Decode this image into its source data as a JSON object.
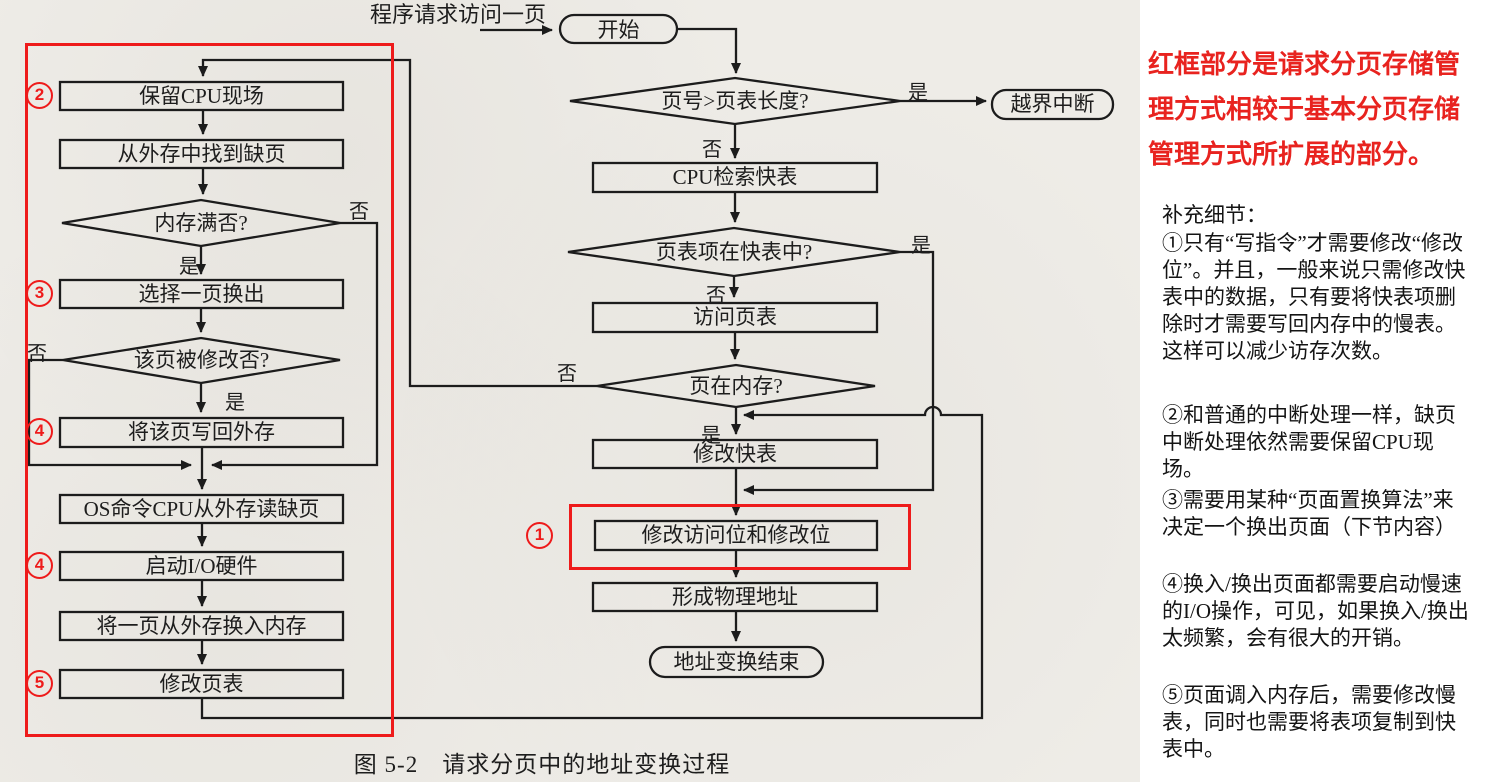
{
  "figure": {
    "entry_label": "程序请求访问一页",
    "caption": "图 5-2　请求分页中的地址变换过程",
    "yes": "是",
    "no": "否",
    "nodes": {
      "start": "开始",
      "check_bounds": "页号>页表长度?",
      "out_of_bounds": "越界中断",
      "search_tlb": "CPU检索快表",
      "in_tlb": "页表项在快表中?",
      "access_page_table": "访问页表",
      "page_in_memory": "页在内存?",
      "modify_tlb": "修改快表",
      "modify_bits": "修改访问位和修改位",
      "form_physical_address": "形成物理地址",
      "end": "地址变换结束",
      "save_cpu": "保留CPU现场",
      "find_page_on_disk": "从外存中找到缺页",
      "memory_full": "内存满否?",
      "select_page_out": "选择一页换出",
      "page_modified": "该页被修改否?",
      "write_back": "将该页写回外存",
      "os_read_page": "OS命令CPU从外存读缺页",
      "start_io": "启动I/O硬件",
      "swap_in_page": "将一页从外存换入内存",
      "modify_page_table": "修改页表"
    },
    "badges": {
      "b1": "1",
      "b2": "2",
      "b3": "3",
      "b4a": "4",
      "b4b": "4",
      "b5": "5"
    }
  },
  "annotations": {
    "red_note": "红框部分是请求分页存储管理方式相较于基本分页存储管理方式所扩展的部分。",
    "supplement_title": "补充细节：",
    "items": [
      "①只有“写指令”才需要修改“修改位”。并且，一般来说只需修改快表中的数据，只有要将快表项删除时才需要写回内存中的慢表。这样可以减少访存次数。",
      "②和普通的中断处理一样，缺页中断处理依然需要保留CPU现场。",
      "③需要用某种“页面置换算法”来决定一个换出页面（下节内容）",
      "④换入/换出页面都需要启动慢速的I/O操作，可见，如果换入/换出太频繁，会有很大的开销。",
      "⑤页面调入内存后，需要修改慢表，同时也需要将表项复制到快表中。"
    ]
  },
  "colors": {
    "highlight_red": "#ee1b1b",
    "note_red": "#e8231f",
    "line": "#1c1c1c"
  }
}
